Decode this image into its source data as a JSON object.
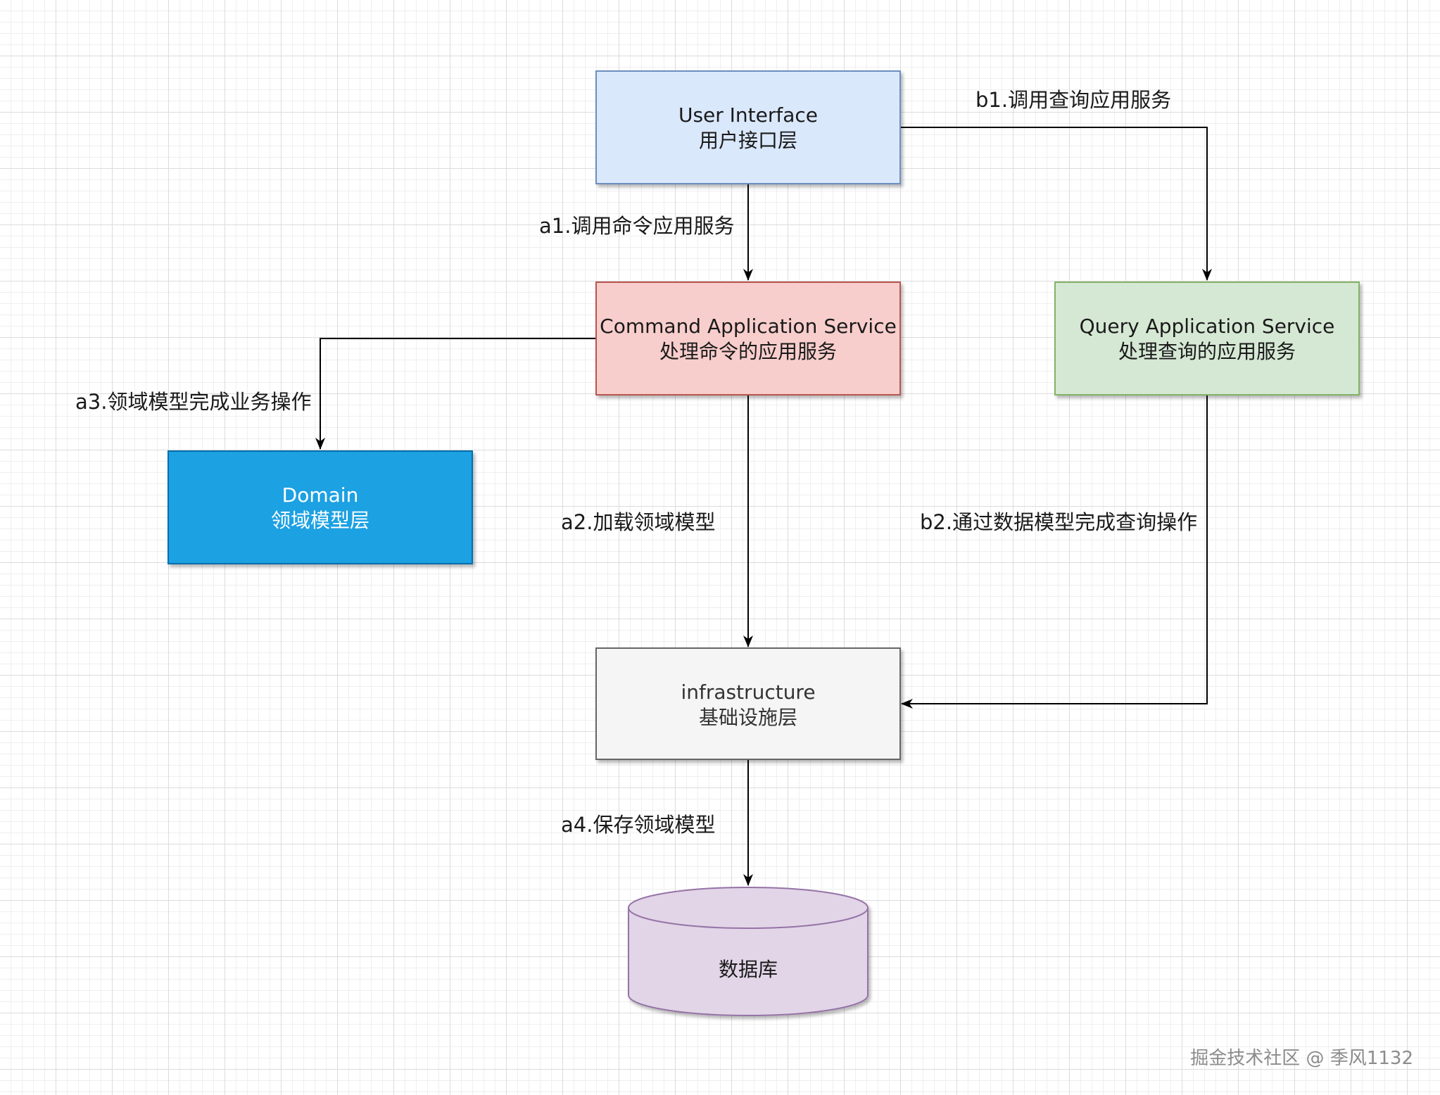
{
  "diagram": {
    "nodes": {
      "user_interface": {
        "line1": "User Interface",
        "line2": "用户接口层",
        "fill": "#dae8fc",
        "stroke": "#6c8ebf",
        "text_color": "#1a1a1a"
      },
      "command_service": {
        "line1": "Command Application Service",
        "line2": "处理命令的应用服务",
        "fill": "#f8cecc",
        "stroke": "#b85450",
        "text_color": "#1a1a1a"
      },
      "query_service": {
        "line1": "Query Application Service",
        "line2": "处理查询的应用服务",
        "fill": "#d5e8d4",
        "stroke": "#82b366",
        "text_color": "#1a1a1a"
      },
      "domain": {
        "line1": "Domain",
        "line2": "领域模型层",
        "fill": "#1ba1e2",
        "stroke": "#006eaf",
        "text_color": "#ffffff"
      },
      "infrastructure": {
        "line1": "infrastructure",
        "line2": "基础设施层",
        "fill": "#f5f5f5",
        "stroke": "#666666",
        "text_color": "#333333"
      },
      "database": {
        "label": "数据库",
        "fill": "#e1d5e7",
        "stroke": "#9673a6",
        "text_color": "#1a1a1a"
      }
    },
    "edges": {
      "a1": "a1.调用命令应用服务",
      "a2": "a2.加载领域模型",
      "a3": "a3.领域模型完成业务操作",
      "a4": "a4.保存领域模型",
      "b1": "b1.调用查询应用服务",
      "b2": "b2.通过数据模型完成查询操作"
    },
    "edge_color": "#000000"
  },
  "watermark": "掘金技术社区 @ 季风1132"
}
